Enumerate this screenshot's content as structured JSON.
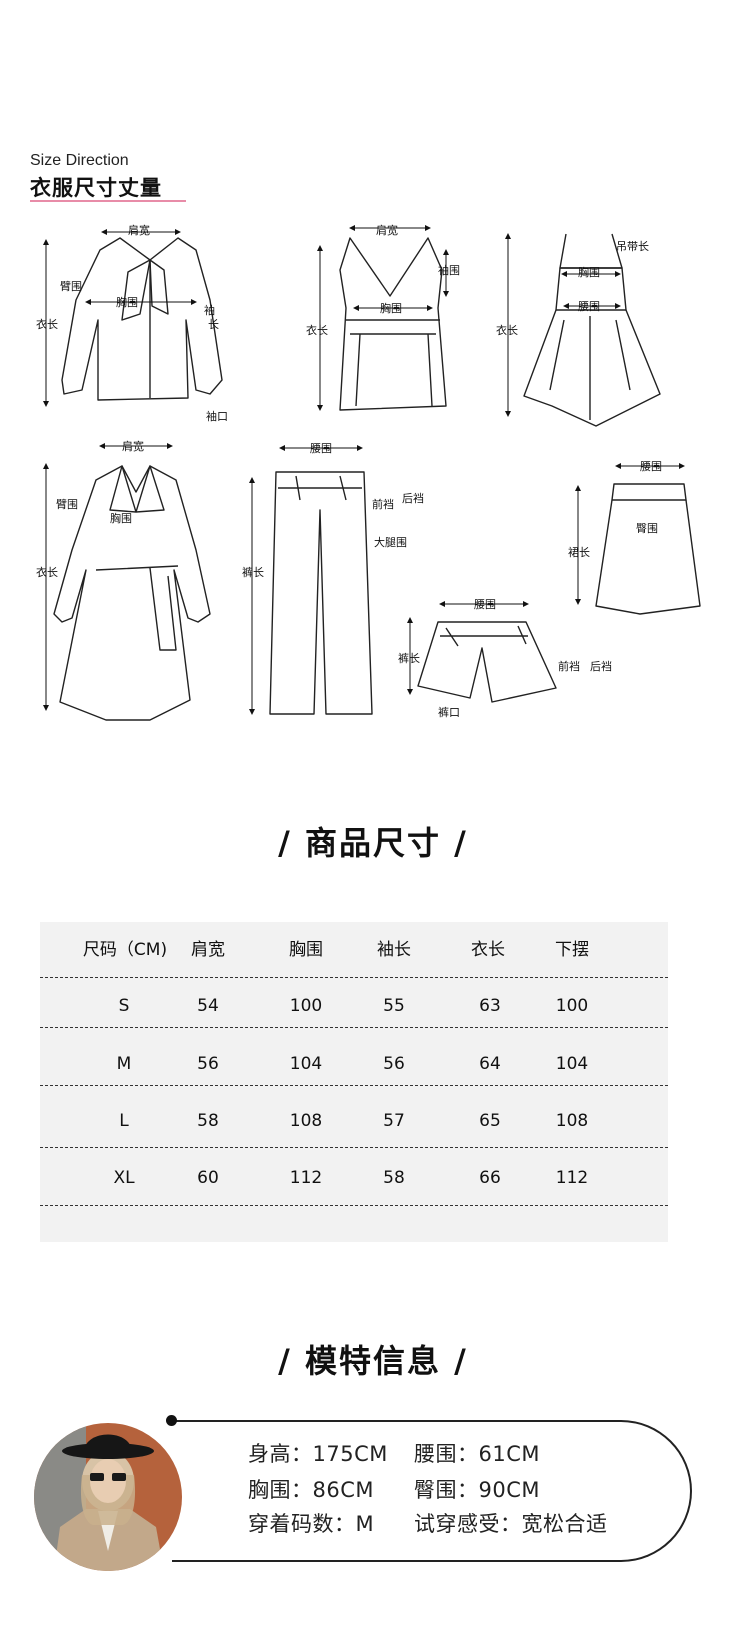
{
  "header": {
    "en": "Size Direction",
    "cn": "衣服尺寸丈量"
  },
  "diagram_labels": {
    "shirt": {
      "shoulder": "肩宽",
      "arm": "臂围",
      "chest": "胸围",
      "length": "衣长",
      "sleeve_a": "袖",
      "sleeve_b": "长",
      "cuff": "袖口"
    },
    "vest": {
      "shoulder": "肩宽",
      "armhole": "袖围",
      "chest": "胸围",
      "length": "衣长"
    },
    "dress": {
      "strap": "吊带长",
      "chest": "胸围",
      "waist": "腰围",
      "length": "衣长"
    },
    "coat": {
      "shoulder": "肩宽",
      "arm": "臂围",
      "chest": "胸围",
      "length": "衣长"
    },
    "pants": {
      "waist": "腰围",
      "front_rise": "前裆",
      "back_rise": "后裆",
      "thigh": "大腿围",
      "length": "裤长"
    },
    "skirt": {
      "waist": "腰围",
      "hip": "臀围",
      "length": "裙长"
    },
    "shorts": {
      "waist": "腰围",
      "length": "裤长",
      "front_rise": "前裆",
      "back_rise": "后裆",
      "hem": "裤口"
    }
  },
  "size_section": {
    "title": "/ 商品尺寸 /"
  },
  "size_table": {
    "headers": [
      "尺码（CM)",
      "肩宽",
      "胸围",
      "袖长",
      "衣长",
      "下摆"
    ],
    "rows": [
      [
        "S",
        "54",
        "100",
        "55",
        "63",
        "100"
      ],
      [
        "M",
        "56",
        "104",
        "56",
        "64",
        "104"
      ],
      [
        "L",
        "58",
        "108",
        "57",
        "65",
        "108"
      ],
      [
        "XL",
        "60",
        "112",
        "58",
        "66",
        "112"
      ]
    ]
  },
  "model_section": {
    "title": "/ 模特信息 /",
    "height": "身高：175CM",
    "waist": "腰围：61CM",
    "chest": "胸围：86CM",
    "hip": "臀围：90CM",
    "size_worn": "穿着码数：M",
    "fit": "试穿感受：宽松合适"
  }
}
